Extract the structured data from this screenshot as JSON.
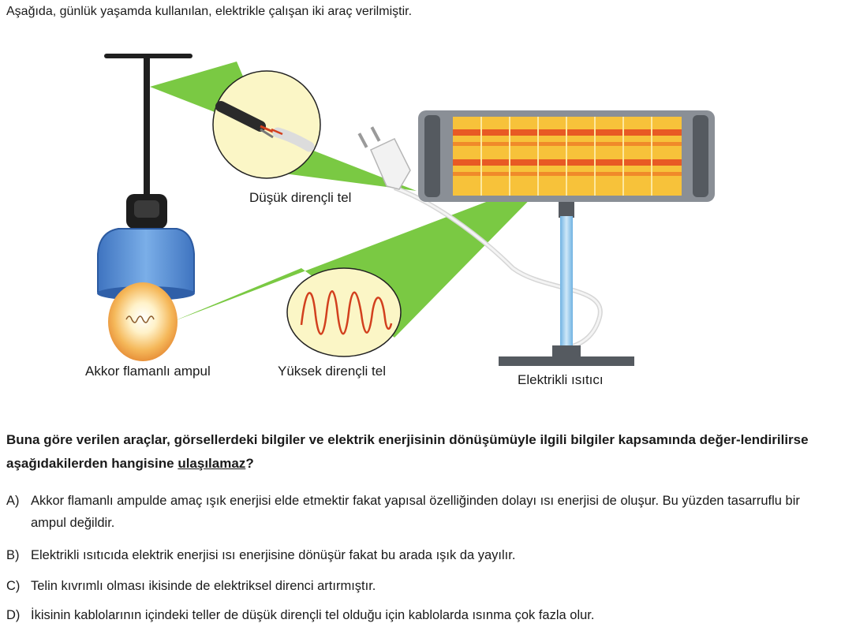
{
  "intro": "Aşağıda, günlük yaşamda kullanılan, elektrikle çalışan iki araç verilmiştir.",
  "figure": {
    "low_resistance_label": "Düşük dirençli tel",
    "high_resistance_label": "Yüksek dirençli tel",
    "bulb_label": "Akkor flamanlı ampul",
    "heater_label": "Elektrikli ısıtıcı"
  },
  "question": {
    "part1": "Buna göre verilen araçlar, görsellerdeki bilgiler ve elektrik enerjisinin dönüşümüyle ilgili bilgiler kapsamında değer-lendirilirse aşağıdakilerden hangisine ",
    "underlined": "ulaşılamaz",
    "part2": "?"
  },
  "options": [
    {
      "letter": "A)",
      "text": "Akkor flamanlı ampulde amaç ışık enerjisi elde etmektir fakat yapısal özelliğinden dolayı ısı enerjisi de oluşur. Bu yüzden tasarruflu bir ampul değildir."
    },
    {
      "letter": "B)",
      "text": "Elektrikli ısıtıcıda elektrik enerjisi ısı enerjisine dönüşür fakat bu arada ışık da yayılır."
    },
    {
      "letter": "C)",
      "text": "Telin kıvrımlı olması ikisinde de elektriksel direnci artırmıştır."
    },
    {
      "letter": "D)",
      "text": "İkisinin kablolarının içindeki teller de düşük dirençli tel olduğu için kablolarda ısınma çok fazla olur."
    }
  ],
  "colors": {
    "callout_green": "#7ac943",
    "circle_fill": "#fbf6c6",
    "lamp_shade": "#5b8fd6",
    "heater_frame": "#8a8f96",
    "heater_glow": "#f7c23a",
    "heater_bar": "#e85a24",
    "stand_pole": "#8fc7ec",
    "wire_red": "#d2401e"
  }
}
